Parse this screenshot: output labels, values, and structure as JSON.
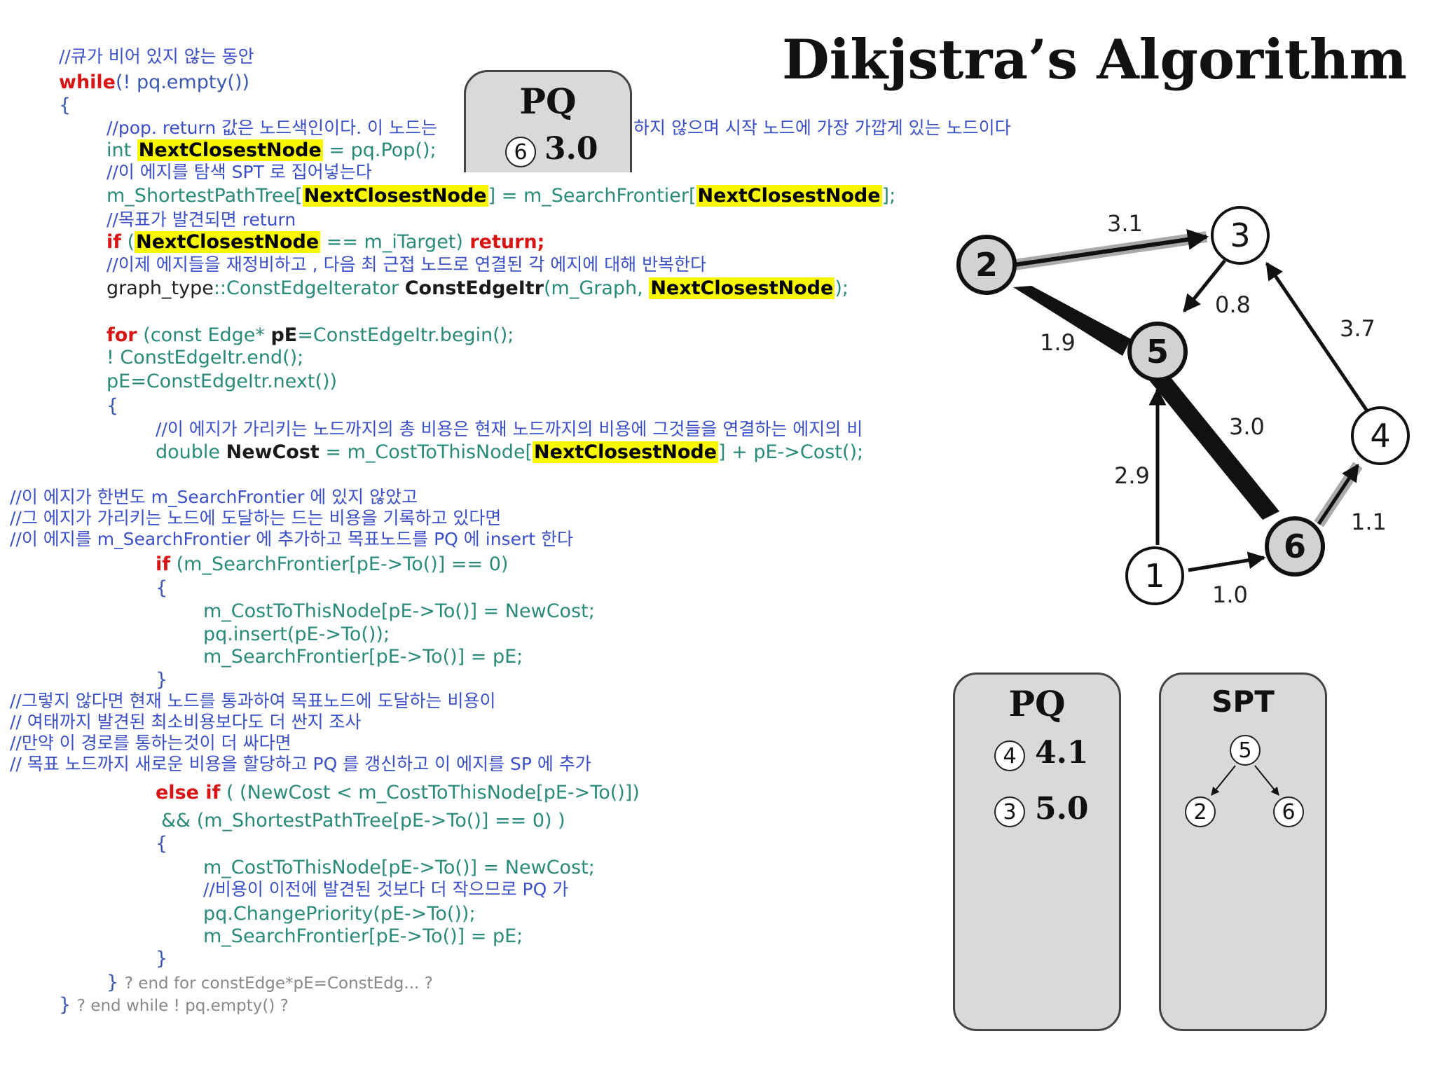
{
  "title": "Dikjstra’s Algorithm",
  "code": {
    "c1": "//큐가 비어 있지 않는 동안",
    "while_kw": "while",
    "while_cond": "(! pq.empty())",
    "brace": "{",
    "close_brace": "}",
    "c_pop_a": "//pop. return 값은 노드색인이다. 이 노드는",
    "c_pop_b": "하지 않으며 시작 노드에 가장 가깝게 있는 노드이다",
    "int_kw": "int ",
    "ncn": "NextClosestNode",
    "pop_rest": " = pq.Pop();",
    "c_spt": "//이 에지를 탐색 SPT 로 집어넣는다",
    "spt_a": "m_ShortestPathTree[",
    "spt_b": "] = m_SearchFrontier[",
    "spt_c": "];",
    "c_goal": "//목표가 발견되면 return",
    "if_kw": "if",
    "paren_open": " (",
    "target_eq": " == m_iTarget)",
    "return_kw": " return",
    "semicolon": ";",
    "c_reeval": "//이제 에지들을 재정비하고 , 다음 최 근접 노드로 연결된 각 에지에 대해 반복한다",
    "gt_a": "graph_type",
    "gt_b": "::ConstEdgeIterator ",
    "gt_c": "ConstEdgeItr",
    "gt_d": "(m_Graph, ",
    "gt_e": ");",
    "for_kw": "for",
    "for_a": " (const Edge* ",
    "pe": "pE",
    "for_b": "=ConstEdgeItr.begin();",
    "for_2": "! ConstEdgeItr.end();",
    "for_3": "pE=ConstEdgeItr.next())",
    "c_total": "//이 에지가 가리키는 노드까지의 총 비용은 현재 노드까지의 비용에 그것들을 연결하는 에지의 비",
    "double_kw": "double ",
    "newcost": "NewCost",
    "dbl_a": " = m_CostToThisNode[",
    "dbl_b": "] + pE->Cost();",
    "c_f1": "//이 에지가 한번도 m_SearchFrontier 에 있지 않았고",
    "c_f2": "//그 에지가 가리키는 노드에 도달하는 드는 비용을 기록하고 있다면",
    "c_f3": "//이 에지를 m_SearchFrontier 에 추가하고 목표노드를 PQ 에 insert 한다",
    "if_sf": "(m_SearchFrontier[pE->To()] == 0)",
    "b1": "m_CostToThisNode[pE->To()] = NewCost;",
    "b2": "pq.insert(pE->To());",
    "b3": "m_SearchFrontier[pE->To()] = pE;",
    "c_e1": "//그렇지 않다면 현재 노드를 통과하여 목표노드에 도달하는 비용이",
    "c_e2": "// 여태까지 발견된 최소비용보다도 더 싼지 조사",
    "c_e3": "//만약 이 경로를 통하는것이 더 싸다면",
    "c_e4": "// 목표 노드까지 새로운 비용을 할당하고 PQ 를 갱신하고 이 에지를 SP 에 추가",
    "elseif_kw": "else if",
    "elseif_a": " ( (NewCost < m_CostToThisNode[pE->To()])",
    "elseif_b": "&& (m_ShortestPathTree[pE->To()] == 0) )",
    "e1": "m_CostToThisNode[pE->To()] = NewCost;",
    "c_e5": "//비용이 이전에 발견된 것보다 더 작으므로 PQ 가",
    "e2": "pq.ChangePriority(pE->To());",
    "e3": "m_SearchFrontier[pE->To()] = pE;",
    "end_for": "? end for constEdge*pE=ConstEdg... ?",
    "end_while": "? end while ! pq.empty() ?"
  },
  "pq_top": {
    "title": "PQ",
    "node": "6",
    "cost": "3.0"
  },
  "pq_bottom": {
    "title": "PQ",
    "entries": [
      {
        "node": "4",
        "cost": "4.1"
      },
      {
        "node": "3",
        "cost": "5.0"
      }
    ]
  },
  "spt": {
    "title": "SPT",
    "root": "5",
    "left": "2",
    "right": "6"
  },
  "graph": {
    "nodes": [
      "1",
      "2",
      "3",
      "4",
      "5",
      "6"
    ],
    "edges": [
      {
        "from": "2",
        "to": "3",
        "weight": "3.1"
      },
      {
        "from": "3",
        "to": "5",
        "weight": "0.8"
      },
      {
        "from": "4",
        "to": "3",
        "weight": "3.7"
      },
      {
        "from": "5",
        "to": "2",
        "weight": "1.9"
      },
      {
        "from": "5",
        "to": "6",
        "weight": "3.0"
      },
      {
        "from": "1",
        "to": "5",
        "weight": "2.9"
      },
      {
        "from": "6",
        "to": "4",
        "weight": "1.1"
      },
      {
        "from": "1",
        "to": "6",
        "weight": "1.0"
      }
    ]
  }
}
